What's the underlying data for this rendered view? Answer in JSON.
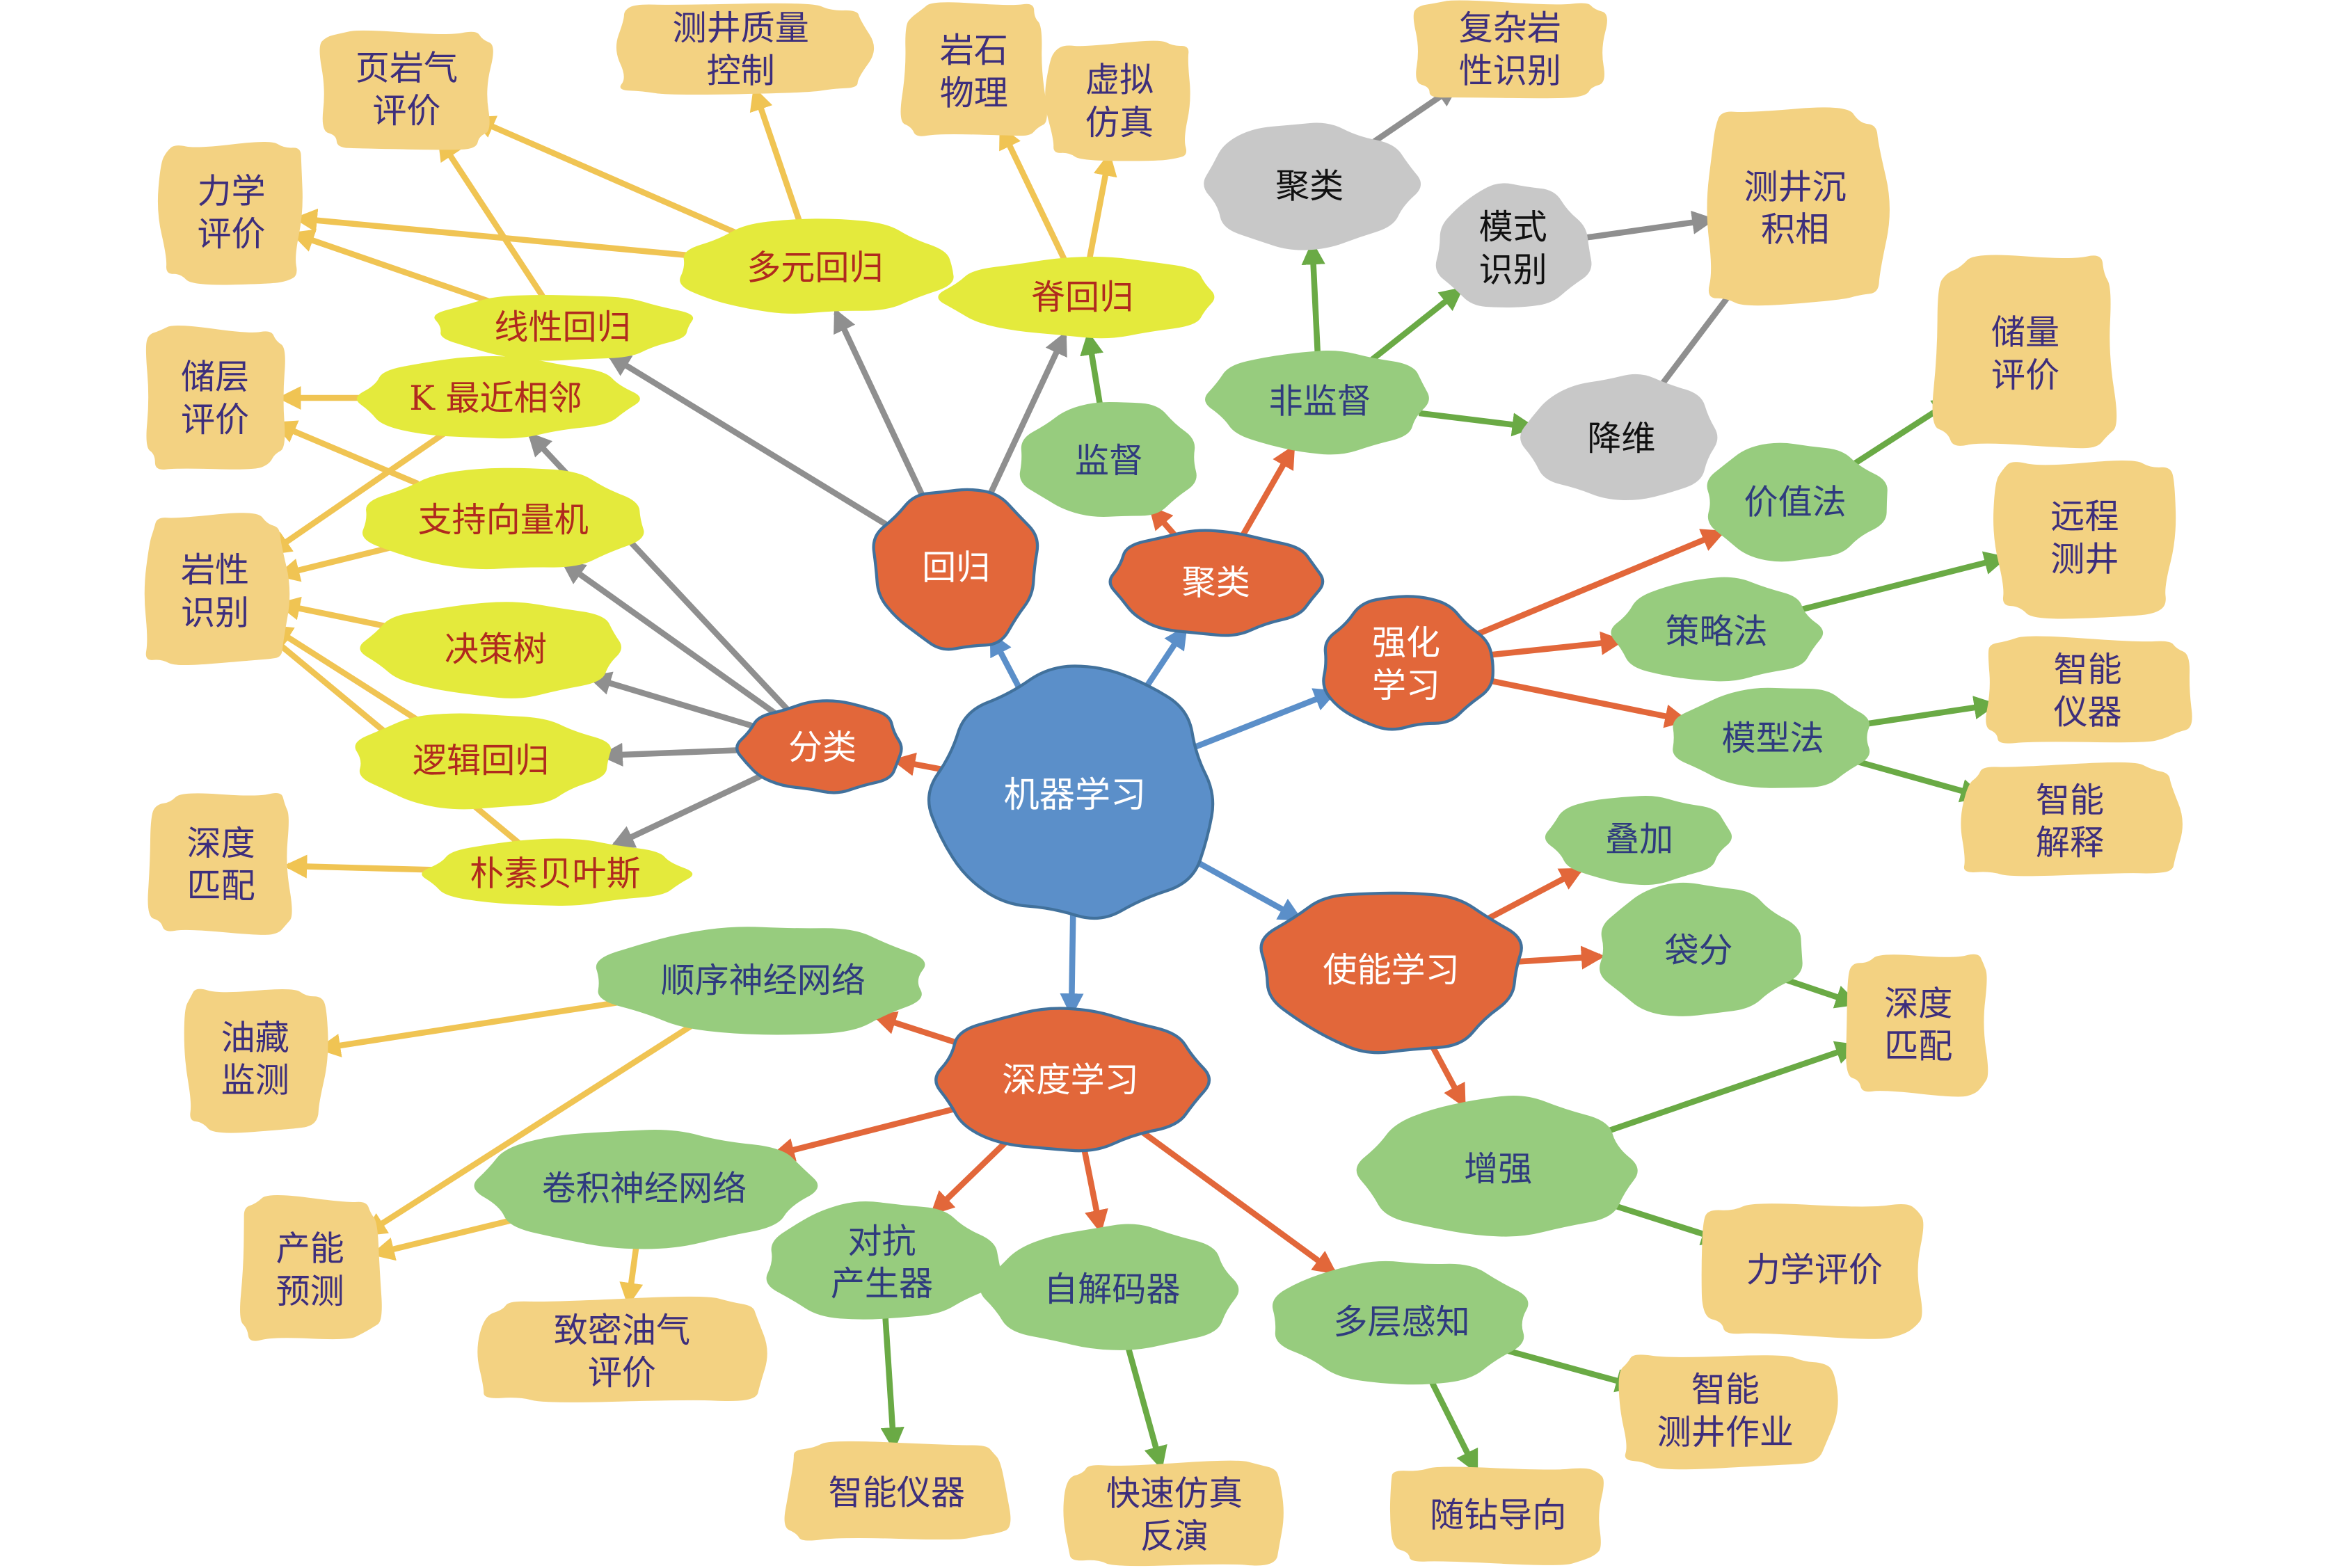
{
  "colors": {
    "center": "#5b8fc9",
    "orange": "#e2673a",
    "yellow": "#e4ea3c",
    "green": "#97cc7e",
    "gray": "#c8c8c8",
    "tan": "#f3d282",
    "outline": "#41719c",
    "edge_blue": "#5b8fc9",
    "edge_orange": "#e2673a",
    "edge_gray": "#8f8f8f",
    "edge_green": "#6aaa45",
    "edge_yellow": "#f0c453",
    "text_white": "#ffffff",
    "text_red": "#b02a1e",
    "text_navy": "#2f3b7e",
    "text_purple": "#3d2e7c",
    "text_black": "#111111"
  },
  "nodes": [
    {
      "id": "ml",
      "type": "center",
      "lines": [
        "机器学习"
      ]
    },
    {
      "id": "reg",
      "type": "orange",
      "lines": [
        "回归"
      ]
    },
    {
      "id": "clu",
      "type": "orange",
      "lines": [
        "聚类"
      ]
    },
    {
      "id": "rl",
      "type": "orange",
      "lines": [
        "强化",
        "学习"
      ]
    },
    {
      "id": "cls",
      "type": "orange",
      "lines": [
        "分类"
      ]
    },
    {
      "id": "en",
      "type": "orange",
      "lines": [
        "使能学习"
      ]
    },
    {
      "id": "dl",
      "type": "orange",
      "lines": [
        "深度学习"
      ]
    },
    {
      "id": "mreg",
      "type": "yellow",
      "lines": [
        "多元回归"
      ]
    },
    {
      "id": "ridge",
      "type": "yellow",
      "lines": [
        "脊回归"
      ]
    },
    {
      "id": "lreg",
      "type": "yellow",
      "lines": [
        "线性回归"
      ]
    },
    {
      "id": "knn",
      "type": "yellow",
      "lines": [
        "K 最近相邻"
      ]
    },
    {
      "id": "svm",
      "type": "yellow",
      "lines": [
        "支持向量机"
      ]
    },
    {
      "id": "dt",
      "type": "yellow",
      "lines": [
        "决策树"
      ]
    },
    {
      "id": "logr",
      "type": "yellow",
      "lines": [
        "逻辑回归"
      ]
    },
    {
      "id": "nb",
      "type": "yellow",
      "lines": [
        "朴素贝叶斯"
      ]
    },
    {
      "id": "sup",
      "type": "green",
      "lines": [
        "监督"
      ]
    },
    {
      "id": "unsup",
      "type": "green",
      "lines": [
        "非监督"
      ]
    },
    {
      "id": "val",
      "type": "green",
      "lines": [
        "价值法"
      ]
    },
    {
      "id": "pol",
      "type": "green",
      "lines": [
        "策略法"
      ]
    },
    {
      "id": "mod",
      "type": "green",
      "lines": [
        "模型法"
      ]
    },
    {
      "id": "stack",
      "type": "green",
      "lines": [
        "叠加"
      ]
    },
    {
      "id": "bag",
      "type": "green",
      "lines": [
        "袋分"
      ]
    },
    {
      "id": "boost",
      "type": "green",
      "lines": [
        "增强"
      ]
    },
    {
      "id": "rnn",
      "type": "green",
      "lines": [
        "顺序神经网络"
      ]
    },
    {
      "id": "cnn",
      "type": "green",
      "lines": [
        "卷积神经网络"
      ]
    },
    {
      "id": "gan",
      "type": "green",
      "lines": [
        "对抗",
        "产生器"
      ]
    },
    {
      "id": "ae",
      "type": "green",
      "lines": [
        "自解码器"
      ]
    },
    {
      "id": "mlp",
      "type": "green",
      "lines": [
        "多层感知"
      ]
    },
    {
      "id": "clug",
      "type": "gray",
      "lines": [
        "聚类"
      ]
    },
    {
      "id": "pat",
      "type": "gray",
      "lines": [
        "模式",
        "识别"
      ]
    },
    {
      "id": "dim",
      "type": "gray",
      "lines": [
        "降维"
      ]
    },
    {
      "id": "shale",
      "type": "tan",
      "lines": [
        "页岩气",
        "评价"
      ]
    },
    {
      "id": "qc",
      "type": "tan",
      "lines": [
        "测井质量",
        "控制"
      ]
    },
    {
      "id": "rock",
      "type": "tan",
      "lines": [
        "岩石",
        "物理"
      ]
    },
    {
      "id": "sim",
      "type": "tan",
      "lines": [
        "虚拟",
        "仿真"
      ]
    },
    {
      "id": "cplx",
      "type": "tan",
      "lines": [
        "复杂岩",
        "性识别"
      ]
    },
    {
      "id": "facies",
      "type": "tan",
      "lines": [
        "测井沉",
        "积相"
      ]
    },
    {
      "id": "resv",
      "type": "tan",
      "lines": [
        "储量",
        "评价"
      ]
    },
    {
      "id": "mech",
      "type": "tan",
      "lines": [
        "力学",
        "评价"
      ]
    },
    {
      "id": "resl",
      "type": "tan",
      "lines": [
        "储层",
        "评价"
      ]
    },
    {
      "id": "lith",
      "type": "tan",
      "lines": [
        "岩性",
        "识别"
      ]
    },
    {
      "id": "dm1",
      "type": "tan",
      "lines": [
        "深度",
        "匹配"
      ]
    },
    {
      "id": "remote",
      "type": "tan",
      "lines": [
        "远程",
        "测井"
      ]
    },
    {
      "id": "inst1",
      "type": "tan",
      "lines": [
        "智能",
        "仪器"
      ]
    },
    {
      "id": "interp",
      "type": "tan",
      "lines": [
        "智能",
        "解释"
      ]
    },
    {
      "id": "dm2",
      "type": "tan",
      "lines": [
        "深度",
        "匹配"
      ]
    },
    {
      "id": "monitor",
      "type": "tan",
      "lines": [
        "油藏",
        "监测"
      ]
    },
    {
      "id": "prod",
      "type": "tan",
      "lines": [
        "产能",
        "预测"
      ]
    },
    {
      "id": "tight",
      "type": "tan",
      "lines": [
        "致密油气",
        "评价"
      ]
    },
    {
      "id": "mech2",
      "type": "tan",
      "lines": [
        "力学评价"
      ]
    },
    {
      "id": "smartops",
      "type": "tan",
      "lines": [
        "智能",
        "测井作业"
      ]
    },
    {
      "id": "inst2",
      "type": "tan",
      "lines": [
        "智能仪器"
      ]
    },
    {
      "id": "fastinv",
      "type": "tan",
      "lines": [
        "快速仿真",
        "反演"
      ]
    },
    {
      "id": "geosteer",
      "type": "tan",
      "lines": [
        "随钻导向"
      ]
    }
  ],
  "edges": [
    [
      "ml",
      "reg",
      "blue"
    ],
    [
      "ml",
      "clu",
      "blue"
    ],
    [
      "ml",
      "rl",
      "blue"
    ],
    [
      "ml",
      "en",
      "blue"
    ],
    [
      "ml",
      "dl",
      "blue"
    ],
    [
      "ml",
      "cls",
      "orange"
    ],
    [
      "reg",
      "lreg",
      "gray"
    ],
    [
      "reg",
      "mreg",
      "gray"
    ],
    [
      "reg",
      "ridge",
      "gray"
    ],
    [
      "cls",
      "knn",
      "gray"
    ],
    [
      "cls",
      "svm",
      "gray"
    ],
    [
      "cls",
      "dt",
      "gray"
    ],
    [
      "cls",
      "logr",
      "gray"
    ],
    [
      "cls",
      "nb",
      "gray"
    ],
    [
      "clu",
      "sup",
      "orange"
    ],
    [
      "clu",
      "unsup",
      "orange"
    ],
    [
      "sup",
      "ridge",
      "green"
    ],
    [
      "unsup",
      "clug",
      "green"
    ],
    [
      "unsup",
      "pat",
      "green"
    ],
    [
      "unsup",
      "dim",
      "green"
    ],
    [
      "clug",
      "cplx",
      "gray"
    ],
    [
      "pat",
      "facies",
      "gray"
    ],
    [
      "dim",
      "facies",
      "gray"
    ],
    [
      "rl",
      "val",
      "orange"
    ],
    [
      "rl",
      "pol",
      "orange"
    ],
    [
      "rl",
      "mod",
      "orange"
    ],
    [
      "val",
      "resv",
      "green"
    ],
    [
      "pol",
      "remote",
      "green"
    ],
    [
      "mod",
      "inst1",
      "green"
    ],
    [
      "mod",
      "interp",
      "green"
    ],
    [
      "en",
      "stack",
      "orange"
    ],
    [
      "en",
      "bag",
      "orange"
    ],
    [
      "en",
      "boost",
      "orange"
    ],
    [
      "bag",
      "dm2",
      "green"
    ],
    [
      "boost",
      "dm2",
      "green"
    ],
    [
      "boost",
      "mech2",
      "green"
    ],
    [
      "dl",
      "rnn",
      "orange"
    ],
    [
      "dl",
      "cnn",
      "orange"
    ],
    [
      "dl",
      "gan",
      "orange"
    ],
    [
      "dl",
      "ae",
      "orange"
    ],
    [
      "dl",
      "mlp",
      "orange"
    ],
    [
      "rnn",
      "monitor",
      "yellow"
    ],
    [
      "rnn",
      "prod",
      "yellow"
    ],
    [
      "cnn",
      "prod",
      "yellow"
    ],
    [
      "cnn",
      "tight",
      "yellow"
    ],
    [
      "gan",
      "inst2",
      "green"
    ],
    [
      "ae",
      "fastinv",
      "green"
    ],
    [
      "mlp",
      "smartops",
      "green"
    ],
    [
      "mlp",
      "geosteer",
      "green"
    ],
    [
      "mreg",
      "shale",
      "yellow"
    ],
    [
      "mreg",
      "qc",
      "yellow"
    ],
    [
      "mreg",
      "mech",
      "yellow"
    ],
    [
      "lreg",
      "shale",
      "yellow"
    ],
    [
      "lreg",
      "mech",
      "yellow"
    ],
    [
      "ridge",
      "rock",
      "yellow"
    ],
    [
      "ridge",
      "sim",
      "yellow"
    ],
    [
      "knn",
      "resl",
      "yellow"
    ],
    [
      "knn",
      "lith",
      "yellow"
    ],
    [
      "svm",
      "resl",
      "yellow"
    ],
    [
      "svm",
      "lith",
      "yellow"
    ],
    [
      "dt",
      "lith",
      "yellow"
    ],
    [
      "logr",
      "lith",
      "yellow"
    ],
    [
      "nb",
      "lith",
      "yellow"
    ],
    [
      "nb",
      "dm1",
      "yellow"
    ]
  ]
}
